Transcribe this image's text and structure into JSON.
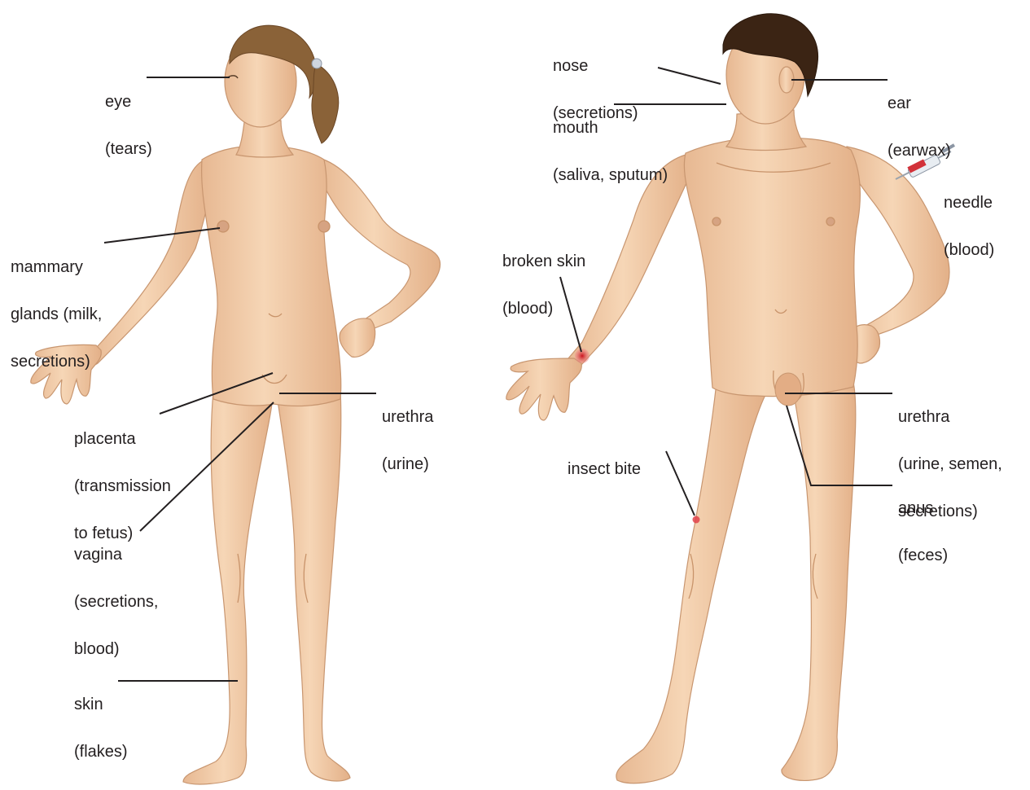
{
  "colors": {
    "skin": "#f2cdaa",
    "skin_shade": "#d9a97f",
    "hair_female": "#8a6238",
    "hair_male": "#3b2414",
    "leader": "#231f20",
    "text": "#231f20",
    "blood": "#e0424a"
  },
  "female": {
    "eye": {
      "name": "eye",
      "detail": "(tears)"
    },
    "mammary": {
      "name": "mammary",
      "detail": "glands (milk,",
      "detail2": "secretions)"
    },
    "placenta": {
      "name": "placenta",
      "detail": "(transmission",
      "detail2": "to fetus)"
    },
    "urethra": {
      "name": "urethra",
      "detail": "(urine)"
    },
    "vagina": {
      "name": "vagina",
      "detail": "(secretions,",
      "detail2": "blood)"
    },
    "skin": {
      "name": "skin",
      "detail": "(flakes)"
    }
  },
  "male": {
    "nose": {
      "name": "nose",
      "detail": "(secretions)"
    },
    "mouth": {
      "name": "mouth",
      "detail": "(saliva, sputum)"
    },
    "ear": {
      "name": "ear",
      "detail": "(earwax)"
    },
    "needle": {
      "name": "needle",
      "detail": "(blood)"
    },
    "broken_skin": {
      "name": "broken skin",
      "detail": "(blood)"
    },
    "urethra": {
      "name": "urethra",
      "detail": "(urine, semen,",
      "detail2": "secretions)"
    },
    "insect_bite": {
      "name": "insect bite"
    },
    "anus": {
      "name": "anus",
      "detail": "(feces)"
    }
  }
}
